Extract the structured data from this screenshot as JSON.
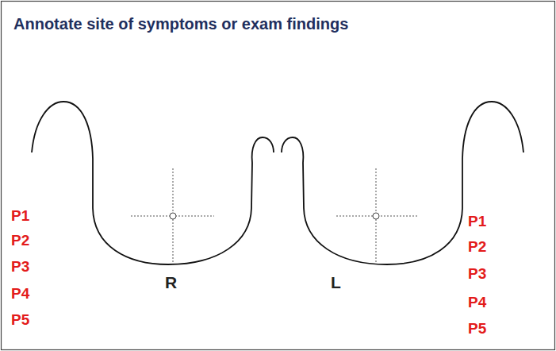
{
  "diagram": {
    "title": "Annotate site of symptoms or exam findings",
    "labels": [
      "P1",
      "P2",
      "P3",
      "P4",
      "P5",
      "R",
      "L",
      "P1",
      "P2",
      "P3",
      "P4",
      "P5"
    ]
  }
}
